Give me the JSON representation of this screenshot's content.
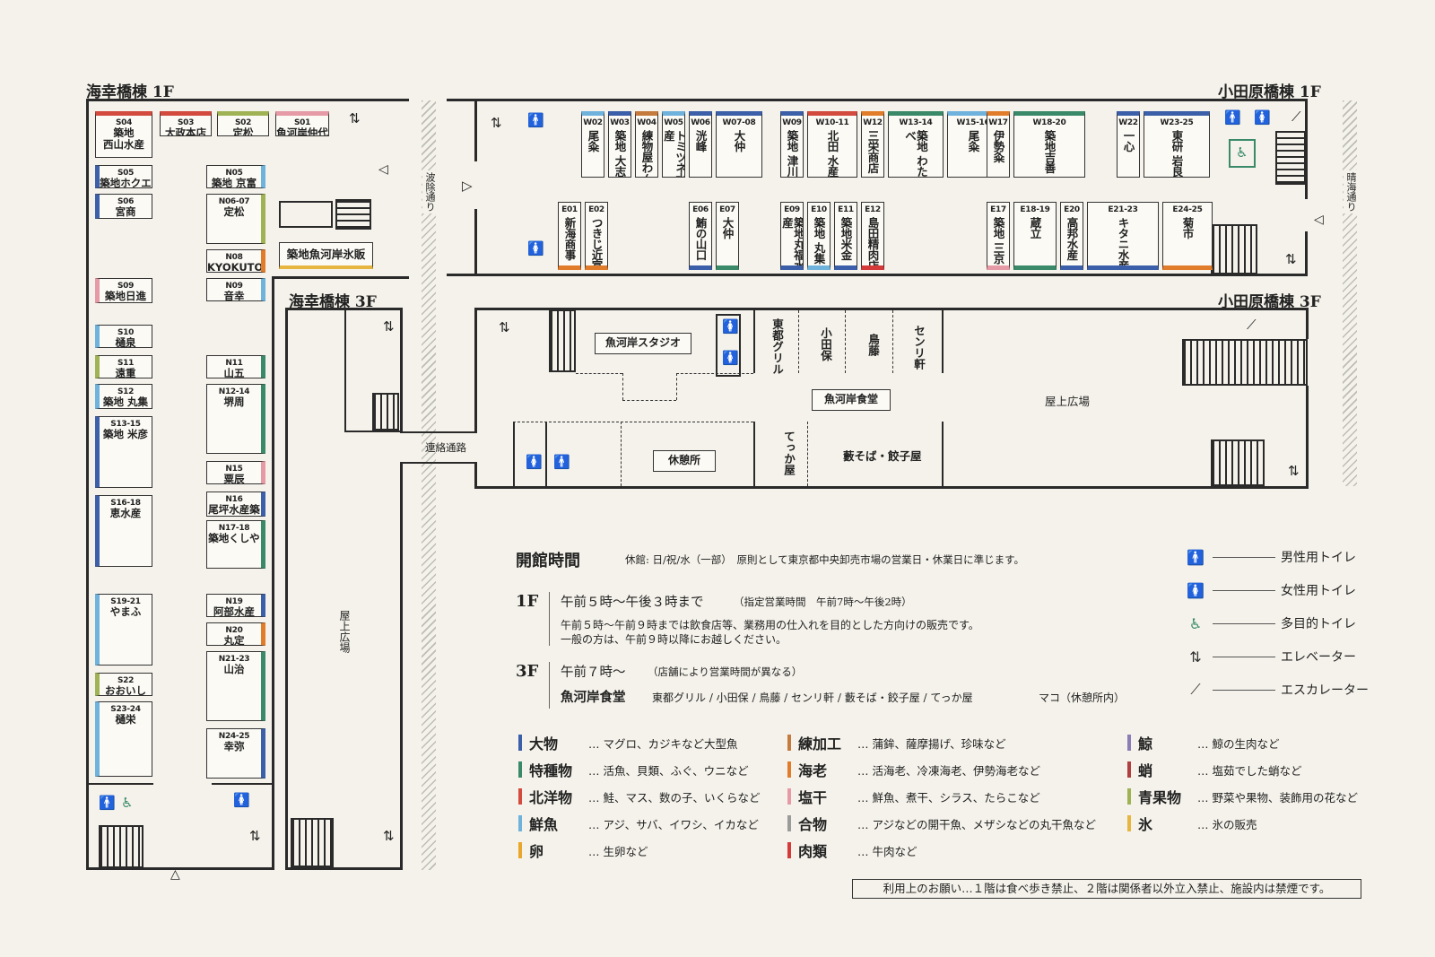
{
  "titles": {
    "kaikobashi_1f": "海幸橋棟 1F",
    "kaikobashi_3f": "海幸橋棟 3F",
    "odawarabashi_1f": "小田原橋棟 1F",
    "odawarabashi_3f": "小田原橋棟 3F"
  },
  "roads": {
    "namiyoke": "波除通り",
    "harumi": "晴海通り",
    "renraku": "連絡通路"
  },
  "colors": {
    "ohmono": "#3b5fa8",
    "tokushu": "#3a8a6a",
    "hokuyo": "#d34a3f",
    "sengyo": "#6fb2dc",
    "tamago": "#e8a62a",
    "neri": "#c47b3d",
    "ebi": "#e07c2a",
    "shiboshi": "#e59aa5",
    "aimono": "#9b9b9b",
    "niku": "#d53a3a",
    "kujira": "#8a7fb5",
    "tako": "#b04040",
    "seika": "#9fb355",
    "kori": "#e6b640"
  },
  "west_s": [
    {
      "code": "S04",
      "name": "築地\n西山水産",
      "color": "#d34a3f"
    },
    {
      "code": "S03",
      "name": "大政本店",
      "color": "#d34a3f"
    },
    {
      "code": "S02",
      "name": "定松NEXT",
      "color": "#9fb355"
    },
    {
      "code": "S01",
      "name": "魚河岸仲代",
      "color": "#e59aa5"
    },
    {
      "code": "S05",
      "name": "築地ホクエイ",
      "color": "#3b5fa8"
    },
    {
      "code": "S06",
      "name": "宮商",
      "color": "#3b5fa8"
    },
    {
      "code": "S09",
      "name": "築地日進",
      "color": "#e59aa5"
    },
    {
      "code": "S10",
      "name": "樋泉",
      "color": "#6fb2dc"
    },
    {
      "code": "S11",
      "name": "遠重",
      "color": "#9fb355"
    },
    {
      "code": "S12",
      "name": "築地 丸集",
      "color": "#6fb2dc"
    },
    {
      "code": "S13-15",
      "name": "築地 米彦",
      "color": "#3b5fa8"
    },
    {
      "code": "S16-18",
      "name": "恵水産",
      "color": "#3b5fa8"
    },
    {
      "code": "S19-21",
      "name": "やまふ",
      "color": "#6fb2dc"
    },
    {
      "code": "S22",
      "name": "おおいし",
      "color": "#9fb355"
    },
    {
      "code": "S23-24",
      "name": "樋栄",
      "color": "#6fb2dc"
    }
  ],
  "west_n": [
    {
      "code": "N05",
      "name": "築地 京富",
      "color": "#6fb2dc"
    },
    {
      "code": "N06-07",
      "name": "定松",
      "color": "#9fb355"
    },
    {
      "code": "N08",
      "name": "KYOKUTO",
      "color": "#e07c2a"
    },
    {
      "code": "N09",
      "name": "音幸",
      "color": "#6fb2dc"
    },
    {
      "code": "N11",
      "name": "山五",
      "color": "#3a8a6a"
    },
    {
      "code": "N12-14",
      "name": "堺周",
      "color": "#3a8a6a"
    },
    {
      "code": "N15",
      "name": "粟辰",
      "color": "#e59aa5"
    },
    {
      "code": "N16",
      "name": "尾坪水産築地",
      "color": "#3b5fa8"
    },
    {
      "code": "N17-18",
      "name": "築地くしや",
      "color": "#3a8a6a"
    },
    {
      "code": "N19",
      "name": "阿部水産",
      "color": "#3b5fa8"
    },
    {
      "code": "N20",
      "name": "丸定",
      "color": "#e07c2a"
    },
    {
      "code": "N21-23",
      "name": "山治",
      "color": "#3a8a6a"
    },
    {
      "code": "N24-25",
      "name": "幸弥",
      "color": "#3b5fa8"
    }
  ],
  "hyohan": "築地魚河岸氷販",
  "east_w": [
    {
      "code": "W02",
      "name": "尾粂",
      "color": "#6fb2dc"
    },
    {
      "code": "W03",
      "name": "築地 大志",
      "color": "#3b5fa8"
    },
    {
      "code": "W04",
      "name": "練物屋わん",
      "color": "#c47b3d"
    },
    {
      "code": "W05",
      "name": "トミツネ水産",
      "color": "#6fb2dc"
    },
    {
      "code": "W06",
      "name": "洸峰",
      "color": "#3b5fa8"
    },
    {
      "code": "W07-08",
      "name": "大仲",
      "color": "#3b5fa8"
    },
    {
      "code": "W09",
      "name": "築地 津川",
      "color": "#3b5fa8"
    },
    {
      "code": "W10-11",
      "name": "北田 水産",
      "color": "#d34a3f"
    },
    {
      "code": "W12",
      "name": "三栄商店",
      "color": "#e07c2a"
    },
    {
      "code": "W13-14",
      "name": "築地 わたなべ",
      "color": "#3a8a6a"
    },
    {
      "code": "W15-16",
      "name": "尾粂",
      "color": "#6fb2dc"
    },
    {
      "code": "W17",
      "name": "伊勢粂",
      "color": "#e07c2a"
    },
    {
      "code": "W18-20",
      "name": "築地吉善",
      "color": "#3a8a6a"
    },
    {
      "code": "W22",
      "name": "一心",
      "color": "#3b5fa8"
    },
    {
      "code": "W23-25",
      "name": "東研 岩良",
      "color": "#3b5fa8"
    }
  ],
  "east_e": [
    {
      "code": "E01",
      "name": "新海商事",
      "color": "#e07c2a"
    },
    {
      "code": "E02",
      "name": "つきじ近富",
      "color": "#e07c2a"
    },
    {
      "code": "E06",
      "name": "鮪の山口",
      "color": "#3b5fa8"
    },
    {
      "code": "E07",
      "name": "大仲",
      "color": "#3a8a6a"
    },
    {
      "code": "E09",
      "name": "築地丸福水産",
      "color": "#3b5fa8"
    },
    {
      "code": "E10",
      "name": "築地 丸集",
      "color": "#6fb2dc"
    },
    {
      "code": "E11",
      "name": "築地米金",
      "color": "#3b5fa8"
    },
    {
      "code": "E12",
      "name": "島田精肉店",
      "color": "#d53a3a"
    },
    {
      "code": "E17",
      "name": "築地 三京",
      "color": "#e59aa5"
    },
    {
      "code": "E18-19",
      "name": "蔵立",
      "color": "#3a8a6a"
    },
    {
      "code": "E20",
      "name": "高邦水産",
      "color": "#3b5fa8"
    },
    {
      "code": "E21-23",
      "name": "キタニ水産",
      "color": "#3b5fa8"
    },
    {
      "code": "E24-25",
      "name": "菊市",
      "color": "#e07c2a"
    }
  ],
  "floor3": {
    "studio": "魚河岸スタジオ",
    "shokudo": "魚河岸食堂",
    "rooftop": "屋上広場",
    "rooftop_w": "屋上広場",
    "kyukeijo": "休憩所",
    "toto": "東都グリル",
    "odaho": "小田保",
    "tori": "鳥藤",
    "senri": "センリ軒",
    "tekka": "てっか屋",
    "yabu": "藪そば・餃子屋"
  },
  "hours": {
    "heading": "開館時間",
    "closed": "休館: 日/祝/水（一部）　原則として東京都中央卸売市場の営業日・休業日に準じます。",
    "f1_label": "1F",
    "f1_main": "午前５時〜午後３時まで",
    "f1_sub": "（指定営業時間　午前7時〜午後2時）",
    "f1_note1": "午前５時〜午前９時までは飲食店等、業務用の仕入れを目的とした方向けの販売です。",
    "f1_note2": "一般の方は、午前９時以降にお越しください。",
    "f3_label": "3F",
    "f3_main": "午前７時〜",
    "f3_sub": "（店舗により営業時間が異なる）",
    "f3_shokudo": "魚河岸食堂",
    "f3_shops": "東都グリル / 小田保 / 鳥藤 / センリ軒 / 藪そば・餃子屋 / てっか屋",
    "f3_mako": "マコ（休憩所内）"
  },
  "legend": [
    {
      "icon": "male-toilet-icon",
      "glyph": "🚹",
      "label": "男性用トイレ",
      "color": "#3b5fa8"
    },
    {
      "icon": "female-toilet-icon",
      "glyph": "🚺",
      "label": "女性用トイレ",
      "color": "#d34a3f"
    },
    {
      "icon": "accessible-toilet-icon",
      "glyph": "♿",
      "label": "多目的トイレ",
      "color": "#3a8a6a"
    },
    {
      "icon": "elevator-icon",
      "glyph": "⇅",
      "label": "エレベーター",
      "color": "#333"
    },
    {
      "icon": "escalator-icon",
      "glyph": "⟋",
      "label": "エスカレーター",
      "color": "#333"
    }
  ],
  "categories": [
    {
      "name": "大物",
      "desc": "… マグロ、カジキなど大型魚",
      "color": "#3b5fa8",
      "col": 0,
      "row": 0
    },
    {
      "name": "特種物",
      "desc": "… 活魚、貝類、ふぐ、ウニなど",
      "color": "#3a8a6a",
      "col": 0,
      "row": 1
    },
    {
      "name": "北洋物",
      "desc": "… 鮭、マス、数の子、いくらなど",
      "color": "#d34a3f",
      "col": 0,
      "row": 2
    },
    {
      "name": "鮮魚",
      "desc": "… アジ、サバ、イワシ、イカなど",
      "color": "#6fb2dc",
      "col": 0,
      "row": 3
    },
    {
      "name": "卵",
      "desc": "… 生卵など",
      "color": "#e8a62a",
      "col": 0,
      "row": 4
    },
    {
      "name": "練加工",
      "desc": "… 蒲鉾、薩摩揚げ、珍味など",
      "color": "#c47b3d",
      "col": 1,
      "row": 0
    },
    {
      "name": "海老",
      "desc": "… 活海老、冷凍海老、伊勢海老など",
      "color": "#e07c2a",
      "col": 1,
      "row": 1
    },
    {
      "name": "塩干",
      "desc": "… 鮮魚、煮干、シラス、たらこなど",
      "color": "#e59aa5",
      "col": 1,
      "row": 2
    },
    {
      "name": "合物",
      "desc": "… アジなどの開干魚、メザシなどの丸干魚など",
      "color": "#9b9b9b",
      "col": 1,
      "row": 3
    },
    {
      "name": "肉類",
      "desc": "… 牛肉など",
      "color": "#d53a3a",
      "col": 1,
      "row": 4
    },
    {
      "name": "鯨",
      "desc": "… 鯨の生肉など",
      "color": "#8a7fb5",
      "col": 2,
      "row": 0
    },
    {
      "name": "蛸",
      "desc": "… 塩茹でした蛸など",
      "color": "#b04040",
      "col": 2,
      "row": 1
    },
    {
      "name": "青果物",
      "desc": "… 野菜や果物、装飾用の花など",
      "color": "#9fb355",
      "col": 2,
      "row": 2
    },
    {
      "name": "氷",
      "desc": "… 氷の販売",
      "color": "#e6b640",
      "col": 2,
      "row": 3
    }
  ],
  "notice": "利用上のお願い…１階は食べ歩き禁止、２階は関係者以外立入禁止、施設内は禁煙です。"
}
